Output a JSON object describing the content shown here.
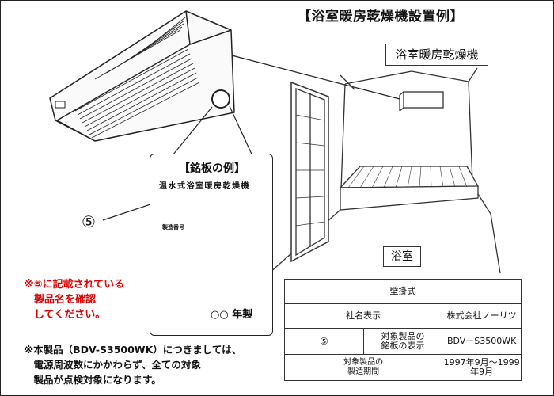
{
  "title": "【浴室暖房乾燥機設置例】",
  "room": {
    "unit_label": "浴室暖房乾燥機",
    "bath_label": "浴室"
  },
  "nameplate": {
    "title": "【銘板の例】",
    "header": "温水式浴室暖房乾燥機",
    "serial_label": "製造番号",
    "year_label": "○○ 年製"
  },
  "callout_number": "⑤",
  "notes": {
    "red": "※⑤に記載されている\n　製品名を確認\n　してください。",
    "black": "※本製品（BDV-S3500WK）につきましては、\n　電源周波数にかかわらず、全ての対象\n　製品が点検対象になります。"
  },
  "spec_table": {
    "type_header": "壁掛式",
    "maker_label": "社名表示",
    "maker_value": "株式会社ノーリツ",
    "mark": "⑤",
    "model_label": "対象製品の\n銘板の表示",
    "model_value": "BDV－S3500WK",
    "period_label": "対象製品の\n製造期間",
    "period_value": "1997年9月～1999年9月"
  },
  "colors": {
    "note_red": "#e00000",
    "line": "#222222"
  }
}
